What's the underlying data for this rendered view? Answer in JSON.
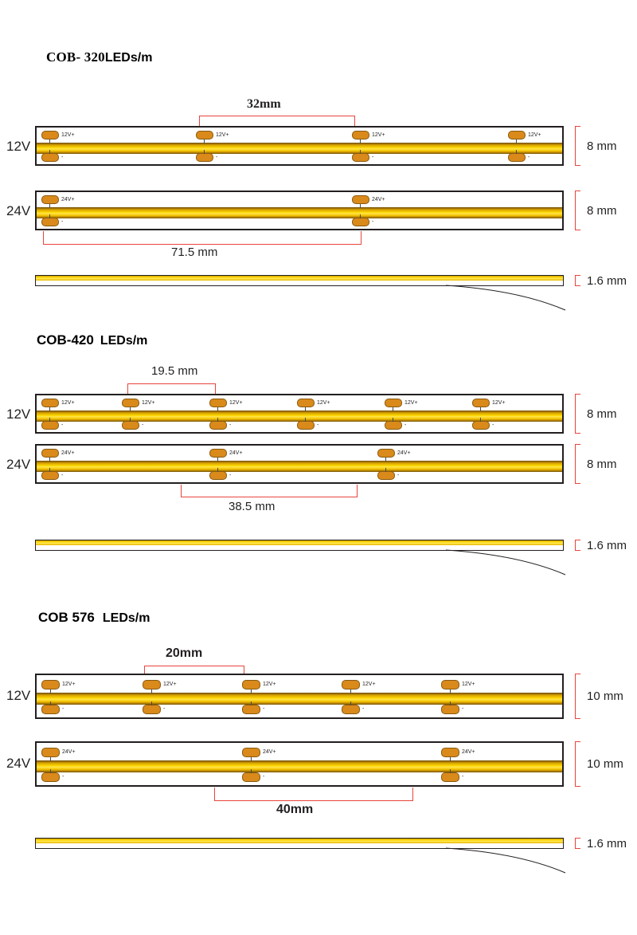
{
  "sections": [
    {
      "title_main": "COB- 320",
      "title_sub": "LEDs/m",
      "top_dim": "32mm",
      "bottom_dim": "71.5 mm",
      "rows": [
        {
          "voltage": "12V",
          "pad_plus": "12V+",
          "pad_minus": "-",
          "width": "8 mm"
        },
        {
          "voltage": "24V",
          "pad_plus": "24V+",
          "pad_minus": "-",
          "width": "8 mm"
        }
      ],
      "thickness": "1.6 mm"
    },
    {
      "title_main": "COB-420",
      "title_sub": "LEDs/m",
      "top_dim": "19.5 mm",
      "bottom_dim": "38.5 mm",
      "rows": [
        {
          "voltage": "12V",
          "pad_plus": "12V+",
          "pad_minus": "-",
          "width": "8 mm"
        },
        {
          "voltage": "24V",
          "pad_plus": "24V+",
          "pad_minus": "-",
          "width": "8 mm"
        }
      ],
      "thickness": "1.6 mm"
    },
    {
      "title_main": "COB 576",
      "title_sub": "LEDs/m",
      "top_dim": "20mm",
      "bottom_dim": "40mm",
      "rows": [
        {
          "voltage": "12V",
          "pad_plus": "12V+",
          "pad_minus": "-",
          "width": "10 mm"
        },
        {
          "voltage": "24V",
          "pad_plus": "24V+",
          "pad_minus": "-",
          "width": "10 mm"
        }
      ],
      "thickness": "1.6 mm"
    }
  ],
  "colors": {
    "dimension_red": "#e8453c",
    "pad_orange": "#d98a1b",
    "emitter_yellow": "#ffd900",
    "outline_black": "#231f20"
  }
}
